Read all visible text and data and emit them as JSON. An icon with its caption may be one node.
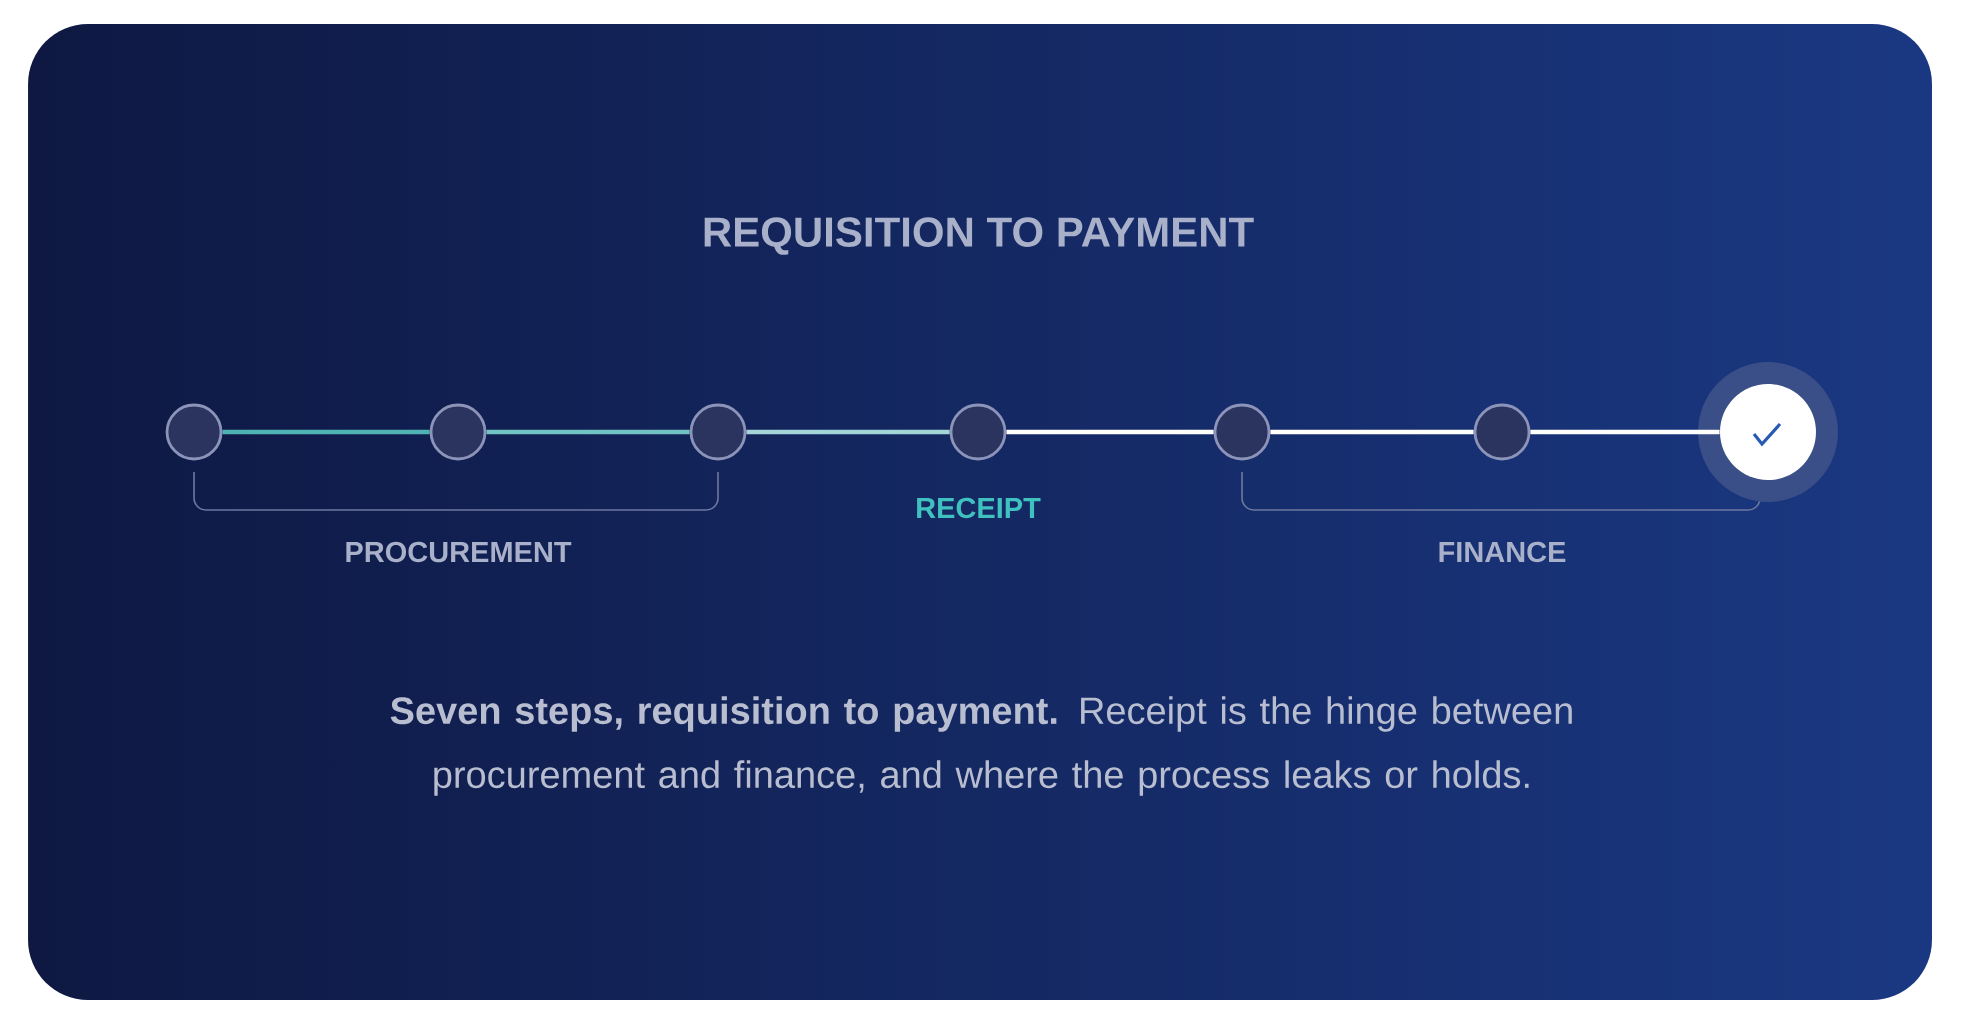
{
  "diagram": {
    "title": "REQUISITION TO PAYMENT",
    "caption": "**Seven steps, requisition to payment.** Receipt is the hinge between procurement and finance, and where the process leaks or holds.",
    "nodes": [
      {
        "text": [],
        "shape": "circle"
      },
      {
        "text": [],
        "shape": "circle"
      },
      {
        "text": [],
        "shape": "circle"
      },
      {
        "text": [],
        "shape": "circle"
      },
      {
        "text": [],
        "shape": "circle"
      },
      {
        "text": [],
        "shape": "circle"
      },
      {
        "text": [],
        "shape": "circle"
      }
    ],
    "edges": [
      {
        "from": 0,
        "to": 1,
        "arrow": "none",
        "color": "#4fb3b3"
      },
      {
        "from": 1,
        "to": 2,
        "arrow": "none",
        "color": "#72c2c4"
      },
      {
        "from": 2,
        "to": 3,
        "arrow": "none",
        "color": "#a3d5d8"
      },
      {
        "from": 3,
        "to": 4,
        "arrow": "none"
      },
      {
        "from": 4,
        "to": 5,
        "arrow": "none"
      },
      {
        "from": 5,
        "to": 6,
        "arrow": "none"
      }
    ],
    "labels": [
      "PROCUREMENT",
      "RECEIPT",
      "FINANCE"
    ]
  }
}
